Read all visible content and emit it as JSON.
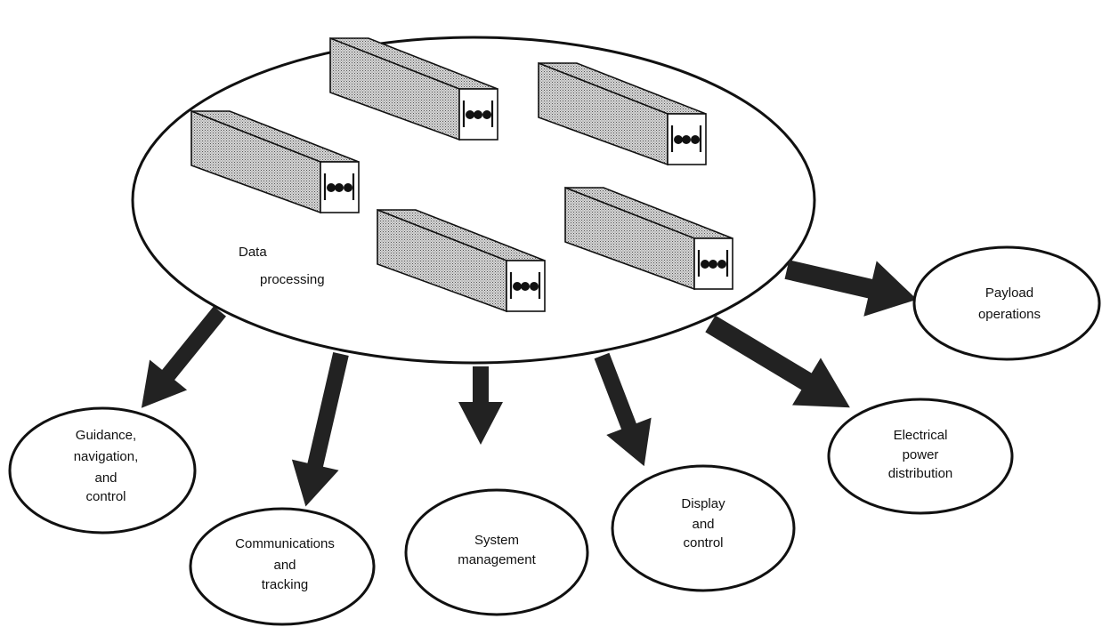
{
  "hub": {
    "label_lines": [
      "Data",
      "processing"
    ]
  },
  "nodes": [
    {
      "id": "guidance",
      "lines": [
        "Guidance,",
        "navigation,",
        "and",
        "control"
      ]
    },
    {
      "id": "communications",
      "lines": [
        "Communications",
        "and",
        "tracking"
      ]
    },
    {
      "id": "system",
      "lines": [
        "System",
        "management"
      ]
    },
    {
      "id": "display",
      "lines": [
        "Display",
        "and",
        "control"
      ]
    },
    {
      "id": "electrical",
      "lines": [
        "Electrical",
        "power",
        "distribution"
      ]
    },
    {
      "id": "payload",
      "lines": [
        "Payload",
        "operations"
      ]
    }
  ],
  "computer_icon": "computer-box-icon",
  "computer_count": 5
}
